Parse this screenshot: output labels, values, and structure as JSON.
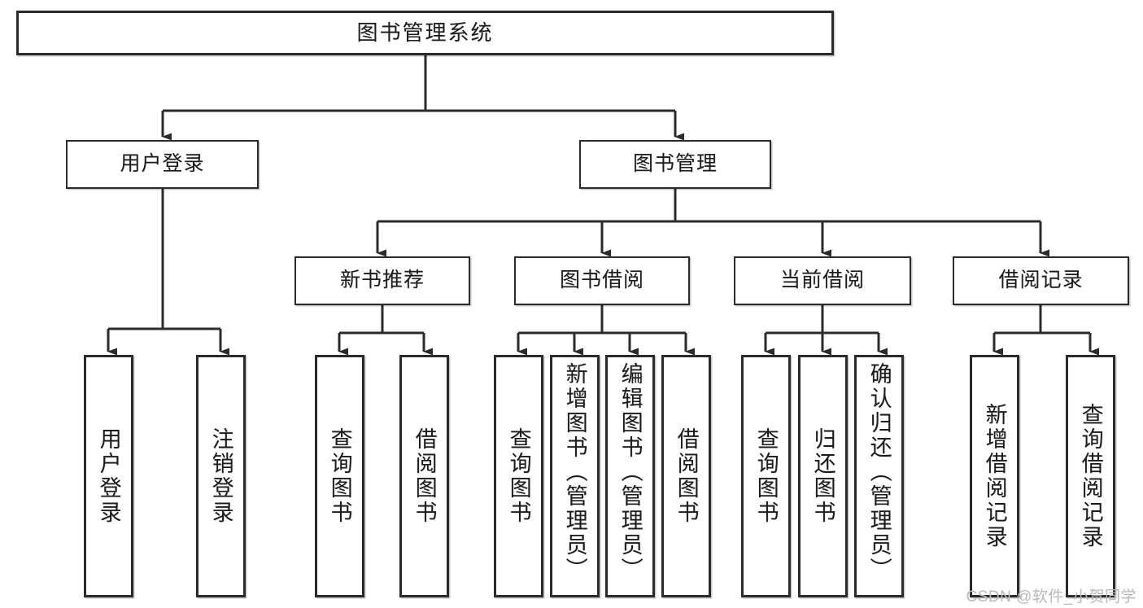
{
  "diagram": {
    "type": "tree",
    "title": "图书管理系统",
    "orientation": "top-down",
    "edge_style": "orthogonal-arrow",
    "colors": {
      "box_border": "#2b2b2b",
      "box_fill": "#ffffff",
      "text": "#1c1c1c",
      "line": "#2b2b2b",
      "watermark": "#b9b9b9"
    },
    "root": {
      "label": "图书管理系统"
    },
    "level1": [
      {
        "label": "用户登录"
      },
      {
        "label": "图书管理"
      }
    ],
    "level2": [
      {
        "label": "新书推荐"
      },
      {
        "label": "图书借阅"
      },
      {
        "label": "当前借阅"
      },
      {
        "label": "借阅记录"
      }
    ],
    "leaves": {
      "user_login": [
        {
          "label": "用户登录"
        },
        {
          "label": "注销登录"
        }
      ],
      "new_book_recommend": [
        {
          "label": "查询图书"
        },
        {
          "label": "借阅图书"
        }
      ],
      "book_borrow": [
        {
          "label": "查询图书"
        },
        {
          "label": "新增图书（管理员）"
        },
        {
          "label": "编辑图书（管理员）"
        },
        {
          "label": "借阅图书"
        }
      ],
      "current_borrow": [
        {
          "label": "查询图书"
        },
        {
          "label": "归还图书"
        },
        {
          "label": "确认归还（管理员）"
        }
      ],
      "borrow_record": [
        {
          "label": "新增借阅记录"
        },
        {
          "label": "查询借阅记录"
        }
      ]
    }
  },
  "watermark": {
    "text": "CSDN @软件_小贺同学"
  }
}
